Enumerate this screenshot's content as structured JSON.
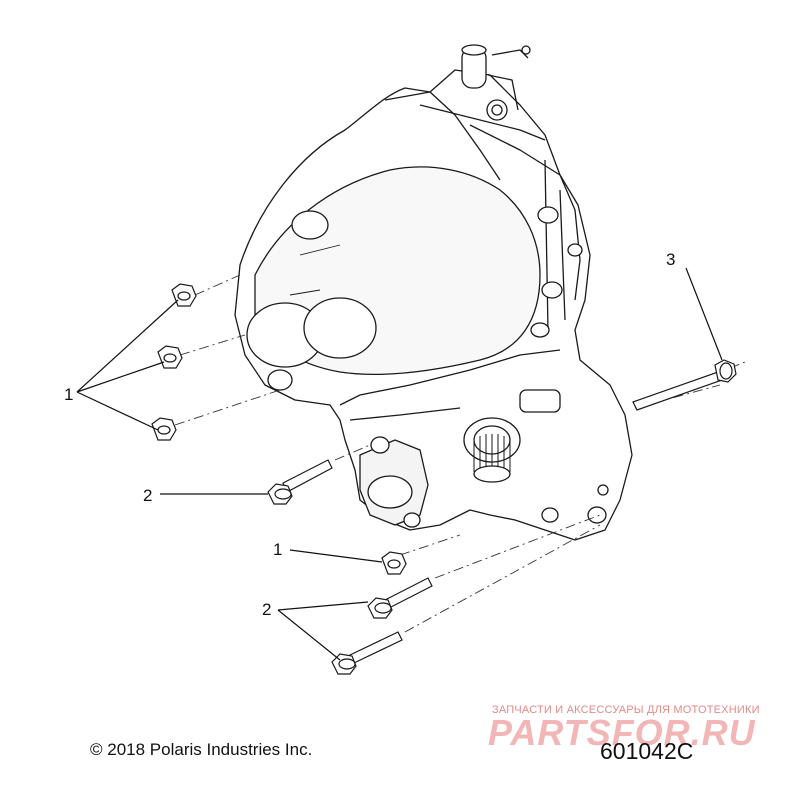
{
  "callouts": {
    "c1_top": "1",
    "c2_top": "2",
    "c3": "3",
    "c1_bottom": "1",
    "c2_bottom": "2"
  },
  "footer": {
    "copyright": "© 2018 Polaris Industries Inc.",
    "figure_number": "601042C"
  },
  "watermark": {
    "tagline": "ЗАПЧАСТИ И АКСЕССУАРЫ ДЛЯ МОТОТЕХНИКИ",
    "logo": "PARTSFOR.RU"
  }
}
